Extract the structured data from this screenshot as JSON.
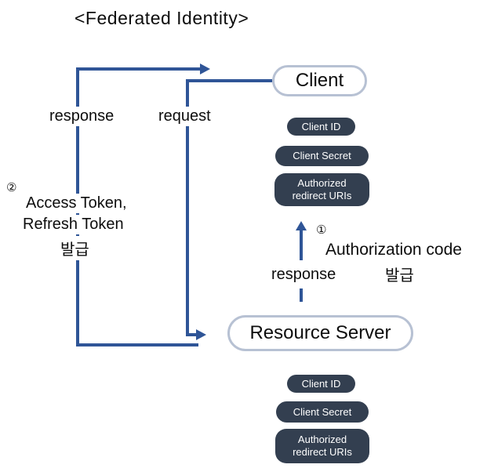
{
  "title": "<Federated Identity>",
  "colors": {
    "arrow_blue": "#2f5597",
    "badge_bg": "#333f50",
    "badge_text": "#ffffff",
    "node_border": "#b7c1d3",
    "text": "#0d0d0d"
  },
  "flows": {
    "response_label": "response",
    "request_label": "request",
    "step2": {
      "number": "②",
      "line1": "Access Token,",
      "line2": "Refresh Token",
      "line3": "발급"
    },
    "step1": {
      "number": "①",
      "line1": "Authorization code",
      "line2": "발급",
      "response_label": "response"
    }
  },
  "client": {
    "label": "Client",
    "badges": [
      {
        "lines": [
          "Client ID"
        ]
      },
      {
        "lines": [
          "Client Secret"
        ]
      },
      {
        "lines": [
          "Authorized",
          "redirect URIs"
        ]
      }
    ]
  },
  "resource_server": {
    "label": "Resource Server",
    "badges": [
      {
        "lines": [
          "Client ID"
        ]
      },
      {
        "lines": [
          "Client Secret"
        ]
      },
      {
        "lines": [
          "Authorized",
          "redirect URIs"
        ]
      }
    ]
  }
}
